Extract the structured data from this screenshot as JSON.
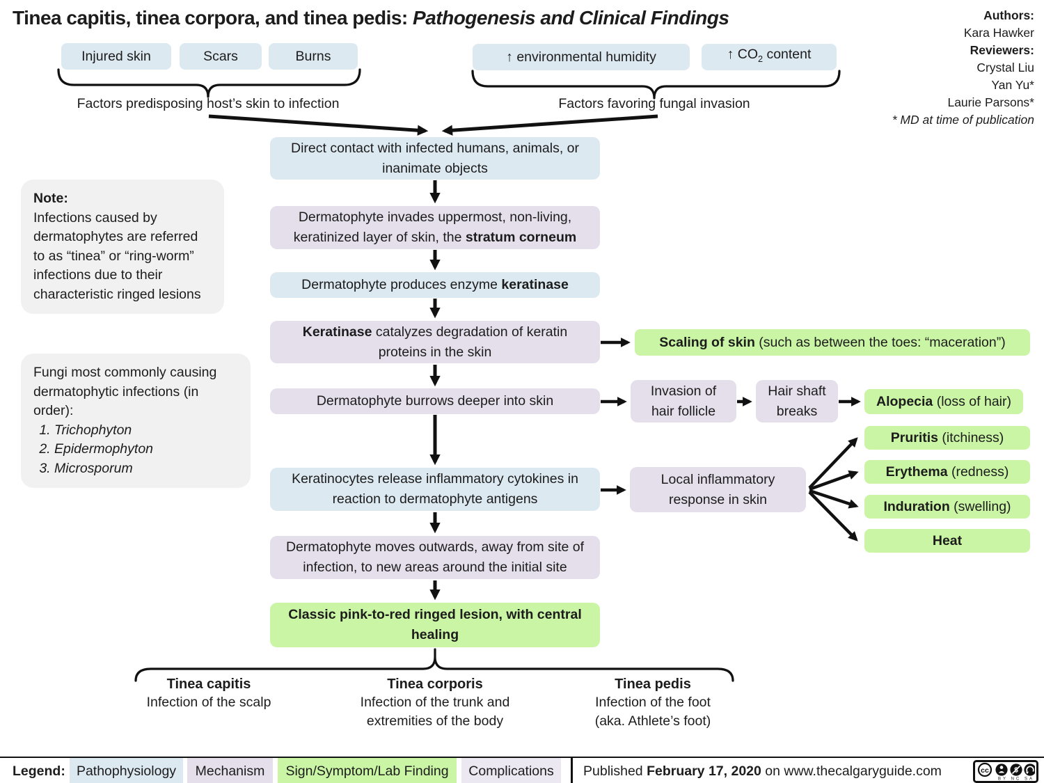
{
  "title": {
    "plain": "Tinea capitis, tinea corpora, and tinea pedis: ",
    "italic": "Pathogenesis and Clinical Findings"
  },
  "credits": {
    "authors_label": "Authors:",
    "authors": [
      "Kara Hawker"
    ],
    "reviewers_label": "Reviewers:",
    "reviewers": [
      "Crystal Liu",
      "Yan Yu*",
      "Laurie Parsons*"
    ],
    "footnote": "* MD at time of publication"
  },
  "predisposing": {
    "boxes": [
      "Injured skin",
      "Scars",
      "Burns"
    ],
    "caption": "Factors predisposing host’s skin to infection"
  },
  "favoring": {
    "humidity": "↑ environmental humidity",
    "co2": {
      "pre": "↑ CO",
      "sub": "2",
      "post": " content"
    },
    "caption": "Factors favoring fungal invasion"
  },
  "notes": {
    "note": {
      "title": "Note:",
      "body": "Infections caused by dermatophytes are referred to as “tinea” or “ring-worm” infections due to their characteristic ringed lesions"
    },
    "fungi": {
      "intro": "Fungi most commonly causing dermatophytic infections (in order):",
      "items": [
        "Trichophyton",
        "Epidermophyton",
        "Microsporum"
      ]
    }
  },
  "flow": [
    {
      "pre": "Direct contact with infected humans, animals, or inanimate objects"
    },
    {
      "pre": "Dermatophyte invades uppermost, non-living, keratinized layer of skin, the ",
      "bold": "stratum corneum"
    },
    {
      "pre": "Dermatophyte produces enzyme ",
      "bold": "keratinase"
    },
    {
      "bold": "Keratinase",
      "post": " catalyzes degradation of keratin proteins in the skin"
    },
    {
      "pre": "Dermatophyte burrows deeper into skin"
    },
    {
      "pre": "Keratinocytes release inflammatory cytokines in reaction to dermatophyte antigens"
    },
    {
      "pre": "Dermatophyte moves outwards, away from site of infection, to new areas around the initial site"
    },
    {
      "bold": "Classic pink-to-red ringed lesion, with central healing"
    }
  ],
  "side": {
    "scaling": {
      "bold": "Scaling of skin",
      "post": " (such as between the toes: “maceration”)"
    },
    "invasion": "Invasion of hair follicle",
    "hair_shaft": "Hair shaft breaks",
    "alopecia": {
      "bold": "Alopecia",
      "post": " (loss of hair)"
    },
    "local_inflammatory": "Local inflammatory response in skin",
    "pruritis": {
      "bold": "Pruritis",
      "post": " (itchiness)"
    },
    "erythema": {
      "bold": "Erythema",
      "post": " (redness)"
    },
    "induration": {
      "bold": "Induration",
      "post": " (swelling)"
    },
    "heat": {
      "bold": "Heat"
    }
  },
  "outcomes": {
    "capitis": {
      "name": "Tinea capitis",
      "desc": "Infection of the scalp"
    },
    "corporis": {
      "name": "Tinea corporis",
      "desc": "Infection of the trunk and extremities of the body"
    },
    "pedis": {
      "name": "Tinea pedis",
      "desc1": "Infection of the foot",
      "desc2": "(aka. Athlete’s foot)"
    }
  },
  "legend": {
    "label": "Legend:",
    "items": [
      {
        "label": "Pathophysiology",
        "color": "#dde9f1"
      },
      {
        "label": "Mechanism",
        "color": "#e5dfeb"
      },
      {
        "label": "Sign/Symptom/Lab Finding",
        "color": "#c9f5a4"
      },
      {
        "label": "Complications",
        "color": "#ebe8f1"
      }
    ],
    "published": {
      "pre": "Published ",
      "bold": "February 17, 2020",
      "post": " on www.thecalgaryguide.com"
    },
    "cc_badge_text": "BY NC SA"
  },
  "colors": {
    "pathophysiology": "#dde9f1",
    "mechanism": "#e5dfeb",
    "sign_symptom": "#c9f5a4",
    "complications": "#ebe8f1",
    "note_bg": "#f1f1f1",
    "ink": "#111111"
  }
}
